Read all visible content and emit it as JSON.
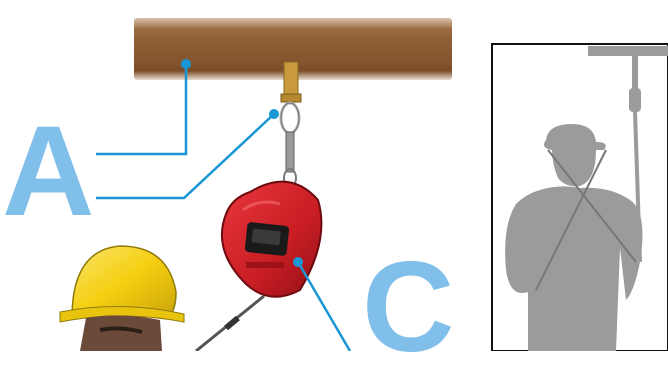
{
  "callouts": {
    "a": "A",
    "c": "C"
  },
  "colors": {
    "callout_blue": "#7fbfea",
    "leader_blue": "#1a96d4",
    "beam_brown": "#8a5a32",
    "device_red": "#d31f26",
    "hardhat_yellow": "#f7d417",
    "silhouette_gray": "#9b9b9b"
  },
  "icons": [
    "anchor-beam",
    "anchor-connector",
    "carabiner",
    "self-retracting-lifeline",
    "worker-hardhat",
    "worker-silhouette"
  ]
}
